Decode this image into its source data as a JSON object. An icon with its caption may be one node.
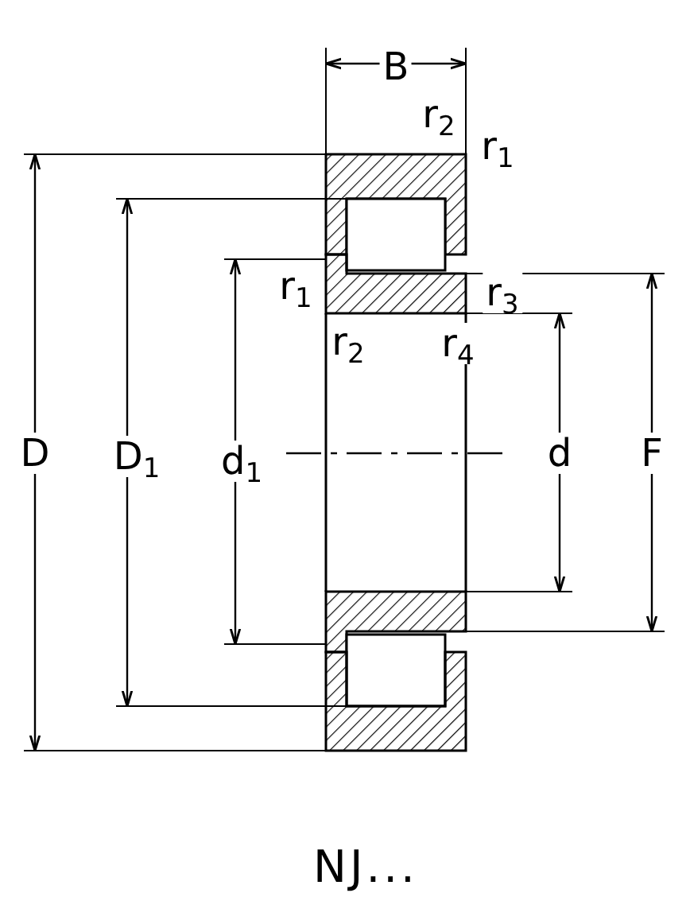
{
  "diagram": {
    "caption": "NJ...",
    "labels": [
      "B",
      "r$_{2}$",
      "r$_{1}$",
      "D",
      "D$_{1}$",
      "r$_{1}$",
      "r$_{3}$",
      "r$_{2}$",
      "r$_{4}$",
      "d$_{1}$",
      "d",
      "F"
    ]
  }
}
